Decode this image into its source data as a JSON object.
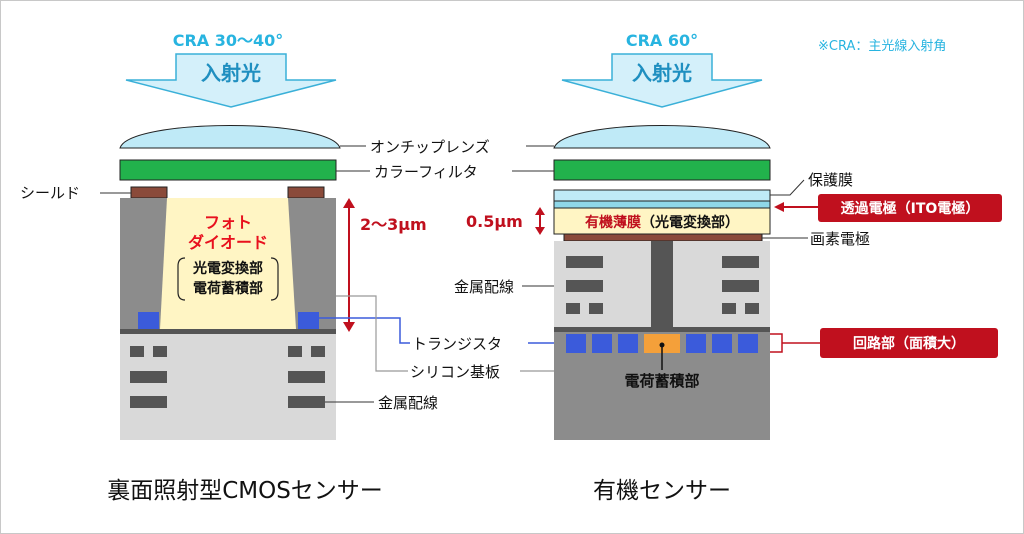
{
  "left_sensor": {
    "cra_label": "CRA 30〜40°",
    "incident_light": "入射光",
    "photodiode_line1": "フォト",
    "photodiode_line2": "ダイオード",
    "conversion_line1": "光電変換部",
    "conversion_line2": "電荷蓄積部",
    "thickness": "2〜3μm",
    "caption": "裏面照射型CMOSセンサー"
  },
  "right_sensor": {
    "cra_label": "CRA 60°",
    "incident_light": "入射光",
    "thickness": "0.5μm",
    "organic_film": "有機薄膜",
    "organic_film_sub": "（光電変換部）",
    "charge_storage": "電荷蓄積部",
    "caption": "有機センサー"
  },
  "note": "※CRA：主光線入射角",
  "labels": {
    "shield": "シールド",
    "on_chip_lens": "オンチップレンズ",
    "color_filter": "カラーフィルタ",
    "transistor": "トランジスタ",
    "silicon_substrate": "シリコン基板",
    "metal_wiring_left": "金属配線",
    "metal_wiring_right": "金属配線",
    "protective_film": "保護膜",
    "pixel_electrode": "画素電極"
  },
  "callouts": {
    "transparent_electrode": "透過電極（ITO電極）",
    "circuit_area": "回路部（面積大）"
  },
  "colors": {
    "cra_text": "#28b4e0",
    "arrow_fill": "#d4f0fa",
    "lens_fill": "#bfeaf7",
    "filter_green": "#22b24c",
    "shield_brown": "#8a4a3a",
    "photodiode_fill": "#fff5c4",
    "substrate_gray": "#8c8c8c",
    "lower_gray": "#d9d9d9",
    "transistor_blue": "#3b5bdb",
    "storage_orange": "#f4a03a",
    "accent_red": "#c0101e",
    "dimension_red": "#c0101e"
  }
}
